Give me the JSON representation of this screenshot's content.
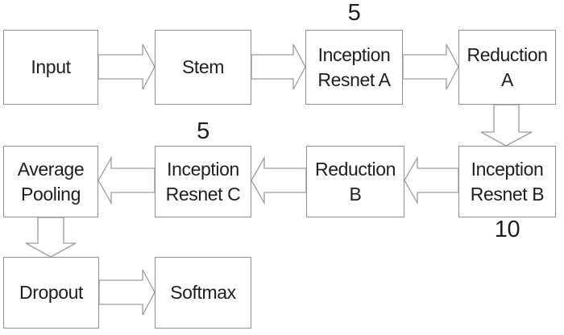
{
  "diagram": {
    "background": "#ffffff",
    "colors": {
      "box_border": "#909090",
      "arrow_outline": "#9c9c9c",
      "arrow_fill": "#ffffff",
      "text": "#1e1e1e"
    },
    "nodes": {
      "input": {
        "label": "Input",
        "lines": [
          "Input"
        ]
      },
      "stem": {
        "label": "Stem",
        "lines": [
          "Stem"
        ]
      },
      "inception_resnet_a": {
        "label": "Inception Resnet A",
        "lines": [
          "Inception",
          "Resnet A"
        ],
        "count": "5",
        "count_position": "above"
      },
      "reduction_a": {
        "label": "Reduction A",
        "lines": [
          "Reduction",
          "A"
        ]
      },
      "inception_resnet_b": {
        "label": "Inception Resnet B",
        "lines": [
          "Inception",
          "Resnet B"
        ],
        "count": "10",
        "count_position": "below"
      },
      "reduction_b": {
        "label": "Reduction B",
        "lines": [
          "Reduction",
          "B"
        ]
      },
      "inception_resnet_c": {
        "label": "Inception Resnet C",
        "lines": [
          "Inception",
          "Resnet C"
        ],
        "count": "5",
        "count_position": "above"
      },
      "average_pooling": {
        "label": "Average Pooling",
        "lines": [
          "Average",
          "Pooling"
        ]
      },
      "dropout": {
        "label": "Dropout",
        "lines": [
          "Dropout"
        ]
      },
      "softmax": {
        "label": "Softmax",
        "lines": [
          "Softmax"
        ]
      }
    },
    "edges": [
      {
        "from": "Input",
        "to": "Stem",
        "direction": "right"
      },
      {
        "from": "Stem",
        "to": "Inception Resnet A",
        "direction": "right"
      },
      {
        "from": "Inception Resnet A",
        "to": "Reduction A",
        "direction": "right"
      },
      {
        "from": "Reduction A",
        "to": "Inception Resnet B",
        "direction": "down"
      },
      {
        "from": "Inception Resnet B",
        "to": "Reduction B",
        "direction": "left"
      },
      {
        "from": "Reduction B",
        "to": "Inception Resnet C",
        "direction": "left"
      },
      {
        "from": "Inception Resnet C",
        "to": "Average Pooling",
        "direction": "left"
      },
      {
        "from": "Average Pooling",
        "to": "Dropout",
        "direction": "down"
      },
      {
        "from": "Dropout",
        "to": "Softmax",
        "direction": "right"
      }
    ]
  }
}
